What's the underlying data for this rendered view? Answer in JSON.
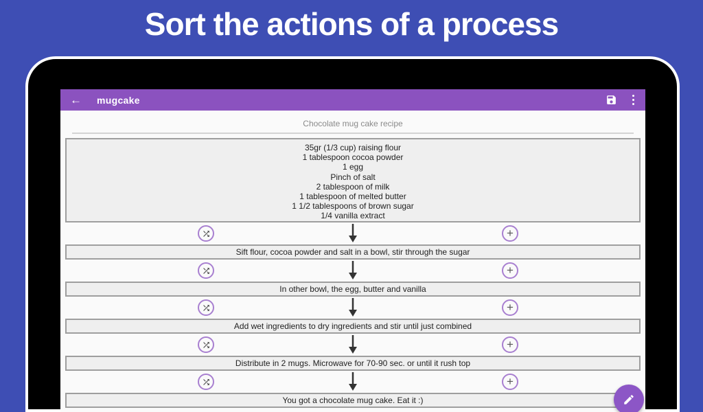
{
  "banner": {
    "title": "Sort the actions of a process"
  },
  "app_bar": {
    "back_glyph": "←",
    "title": "mugcake"
  },
  "recipe": {
    "title": "Chocolate mug cake recipe",
    "ingredients": [
      "35gr (1/3 cup) raising flour",
      "1 tablespoon cocoa powder",
      "1 egg",
      "Pinch of salt",
      "2 tablespoon of milk",
      "1 tablespoon of melted butter",
      "1 1/2 tablespoons of brown sugar",
      "1/4 vanilla extract"
    ],
    "steps": [
      "Sift flour, cocoa powder and salt in a bowl, stir through the sugar",
      "In other bowl, the egg, butter and vanilla",
      "Add wet ingredients to dry ingredients and stir until just combined",
      "Distribute in 2 mugs. Microwave for 70-90 sec. or until it rush top",
      "You got a chocolate mug cake. Eat it :)"
    ]
  },
  "colors": {
    "background_blue": "#3E4EB4",
    "app_bar_purple": "#8B52BF",
    "fab_purple": "#8C56C6",
    "circle_outline_purple": "#A87FD0",
    "box_fill": "#EFEFEF",
    "box_border": "#9E9E9E"
  }
}
